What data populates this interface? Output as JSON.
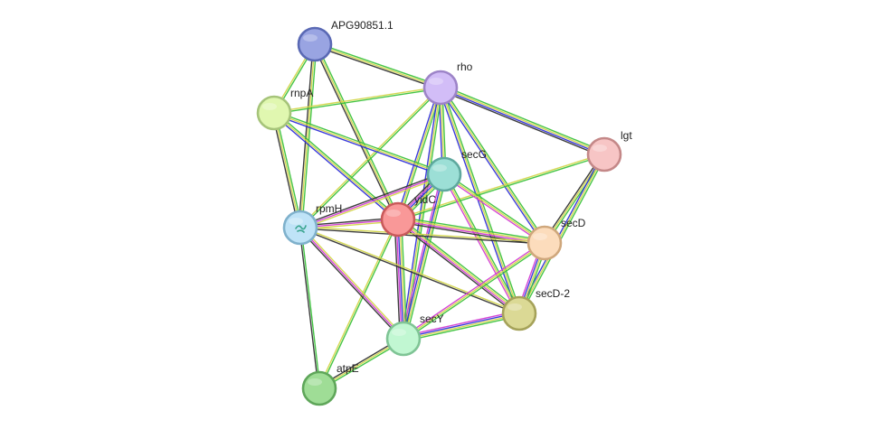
{
  "nodes": [
    {
      "id": "APG90851.1",
      "label": "APG90851.1",
      "color": "#99a4e2",
      "stroke": "#5a69b4"
    },
    {
      "id": "rho",
      "label": "rho",
      "color": "#d2bdf7",
      "stroke": "#9d84c8"
    },
    {
      "id": "rnpA",
      "label": "rnpA",
      "color": "#e0f7b0",
      "stroke": "#a6c47a"
    },
    {
      "id": "lgt",
      "label": "lgt",
      "color": "#f7c5c5",
      "stroke": "#c48888"
    },
    {
      "id": "secG",
      "label": "secG",
      "color": "#9cdfd6",
      "stroke": "#5ea89e"
    },
    {
      "id": "yidC",
      "label": "yidC",
      "color": "#f99898",
      "stroke": "#c95a5a"
    },
    {
      "id": "rpmH",
      "label": "rpmH",
      "color": "#bfe3f7",
      "stroke": "#7fb1cc"
    },
    {
      "id": "secD",
      "label": "secD",
      "color": "#fcdcbc",
      "stroke": "#cfa77c"
    },
    {
      "id": "secD-2",
      "label": "secD-2",
      "color": "#dbd995",
      "stroke": "#a5a25a"
    },
    {
      "id": "secY",
      "label": "secY",
      "color": "#c1f7d2",
      "stroke": "#7fc495"
    },
    {
      "id": "atpE",
      "label": "atpE",
      "color": "#9fdd96",
      "stroke": "#5fa65a"
    }
  ],
  "edges": [
    {
      "source": "APG90851.1",
      "target": "rho",
      "channels": [
        "green",
        "yellow",
        "black"
      ]
    },
    {
      "source": "APG90851.1",
      "target": "rnpA",
      "channels": [
        "green",
        "yellow"
      ]
    },
    {
      "source": "APG90851.1",
      "target": "rpmH",
      "channels": [
        "green",
        "yellow",
        "black"
      ]
    },
    {
      "source": "APG90851.1",
      "target": "yidC",
      "channels": [
        "green",
        "yellow",
        "black"
      ]
    },
    {
      "source": "rho",
      "target": "rnpA",
      "channels": [
        "green",
        "yellow"
      ]
    },
    {
      "source": "rho",
      "target": "lgt",
      "channels": [
        "green",
        "yellow",
        "blue",
        "black"
      ]
    },
    {
      "source": "rho",
      "target": "secG",
      "channels": [
        "green",
        "yellow",
        "blue"
      ]
    },
    {
      "source": "rho",
      "target": "yidC",
      "channels": [
        "green",
        "yellow",
        "blue"
      ]
    },
    {
      "source": "rho",
      "target": "rpmH",
      "channels": [
        "green",
        "yellow"
      ]
    },
    {
      "source": "rho",
      "target": "secD",
      "channels": [
        "green",
        "yellow",
        "blue"
      ]
    },
    {
      "source": "rho",
      "target": "secD-2",
      "channels": [
        "green",
        "yellow",
        "blue"
      ]
    },
    {
      "source": "rho",
      "target": "secY",
      "channels": [
        "green",
        "yellow",
        "blue"
      ]
    },
    {
      "source": "rnpA",
      "target": "secG",
      "channels": [
        "green",
        "yellow",
        "blue"
      ]
    },
    {
      "source": "rnpA",
      "target": "yidC",
      "channels": [
        "green",
        "yellow",
        "blue"
      ]
    },
    {
      "source": "rnpA",
      "target": "rpmH",
      "channels": [
        "green",
        "yellow",
        "black"
      ]
    },
    {
      "source": "lgt",
      "target": "yidC",
      "channels": [
        "green",
        "yellow"
      ]
    },
    {
      "source": "lgt",
      "target": "secD",
      "channels": [
        "green",
        "yellow",
        "black"
      ]
    },
    {
      "source": "lgt",
      "target": "secD-2",
      "channels": [
        "green",
        "yellow",
        "blue"
      ]
    },
    {
      "source": "secG",
      "target": "yidC",
      "channels": [
        "green",
        "yellow",
        "blue",
        "magenta",
        "black"
      ]
    },
    {
      "source": "secG",
      "target": "rpmH",
      "channels": [
        "yellow",
        "magenta",
        "black"
      ]
    },
    {
      "source": "secG",
      "target": "secD",
      "channels": [
        "green",
        "yellow",
        "magenta"
      ]
    },
    {
      "source": "secG",
      "target": "secD-2",
      "channels": [
        "green",
        "yellow",
        "magenta"
      ]
    },
    {
      "source": "secG",
      "target": "secY",
      "channels": [
        "green",
        "yellow",
        "blue",
        "magenta"
      ]
    },
    {
      "source": "yidC",
      "target": "rpmH",
      "channels": [
        "yellow",
        "magenta",
        "black"
      ]
    },
    {
      "source": "yidC",
      "target": "secD",
      "channels": [
        "green",
        "yellow",
        "magenta",
        "black"
      ]
    },
    {
      "source": "yidC",
      "target": "secD-2",
      "channels": [
        "green",
        "yellow",
        "magenta",
        "black"
      ]
    },
    {
      "source": "yidC",
      "target": "secY",
      "channels": [
        "green",
        "yellow",
        "blue",
        "magenta",
        "black"
      ]
    },
    {
      "source": "yidC",
      "target": "atpE",
      "channels": [
        "green",
        "yellow"
      ]
    },
    {
      "source": "rpmH",
      "target": "secD",
      "channels": [
        "yellow",
        "black"
      ]
    },
    {
      "source": "rpmH",
      "target": "secD-2",
      "channels": [
        "yellow",
        "black"
      ]
    },
    {
      "source": "rpmH",
      "target": "secY",
      "channels": [
        "yellow",
        "magenta",
        "black"
      ]
    },
    {
      "source": "rpmH",
      "target": "atpE",
      "channels": [
        "green",
        "black"
      ]
    },
    {
      "source": "secD",
      "target": "secD-2",
      "channels": [
        "green",
        "yellow",
        "blue",
        "magenta"
      ]
    },
    {
      "source": "secD",
      "target": "secY",
      "channels": [
        "green",
        "yellow",
        "magenta"
      ]
    },
    {
      "source": "secD-2",
      "target": "secY",
      "channels": [
        "green",
        "yellow",
        "blue",
        "magenta"
      ]
    },
    {
      "source": "secY",
      "target": "atpE",
      "channels": [
        "green",
        "yellow",
        "black"
      ]
    }
  ],
  "channel_colors": {
    "green": "#3cc23c",
    "yellow": "#d3d64a",
    "blue": "#3030d8",
    "magenta": "#d23cd2",
    "black": "#333333"
  },
  "icons": {
    "rpmH": "protein-structure-icon"
  }
}
